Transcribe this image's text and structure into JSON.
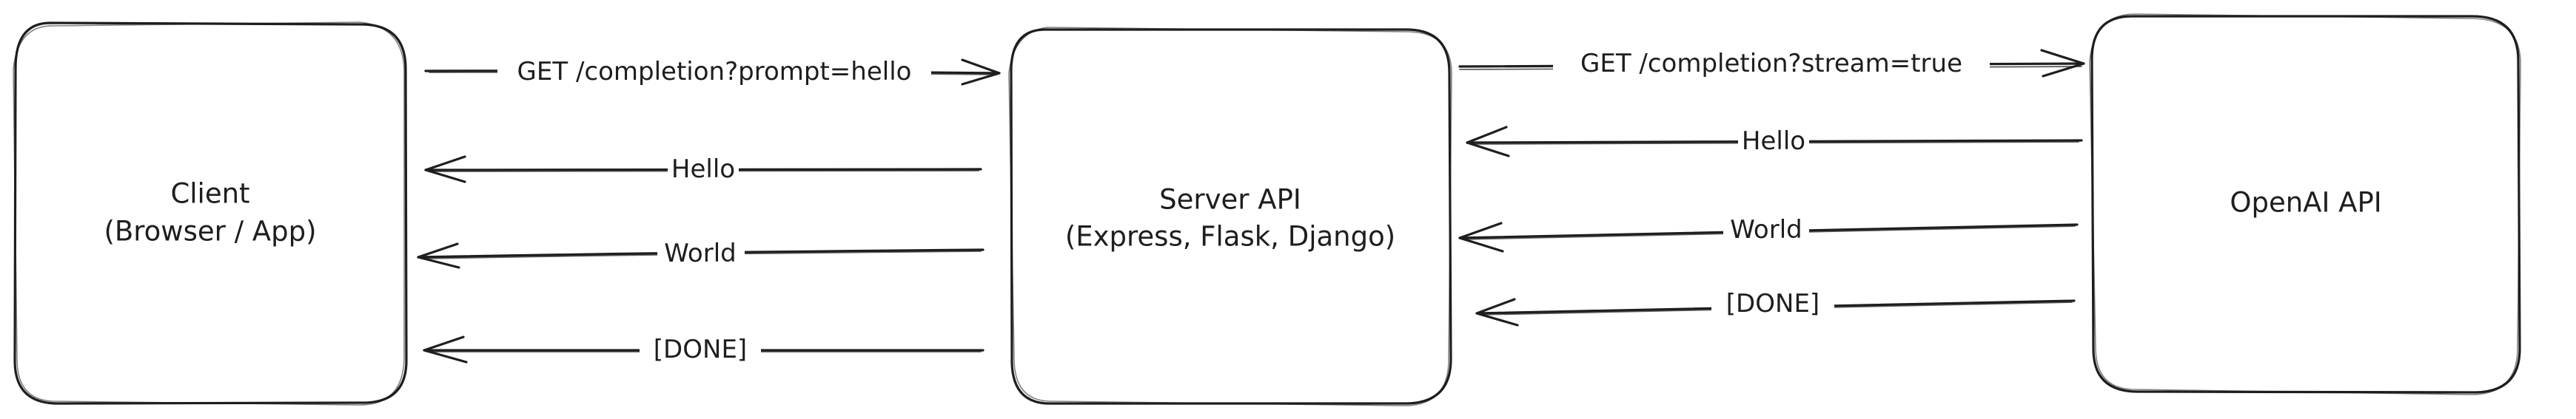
{
  "nodes": {
    "client": {
      "line1": "Client",
      "line2": "(Browser / App)"
    },
    "server": {
      "line1": "Server API",
      "line2": "(Express, Flask, Django)"
    },
    "openai": {
      "line1": "OpenAI API"
    }
  },
  "edges": {
    "client_to_server": "GET /completion?prompt=hello",
    "server_to_client_1": "Hello",
    "server_to_client_2": "World",
    "server_to_client_3": "[DONE]",
    "server_to_openai": "GET /completion?stream=true",
    "openai_to_server_1": "Hello",
    "openai_to_server_2": "World",
    "openai_to_server_3": "[DONE]"
  }
}
